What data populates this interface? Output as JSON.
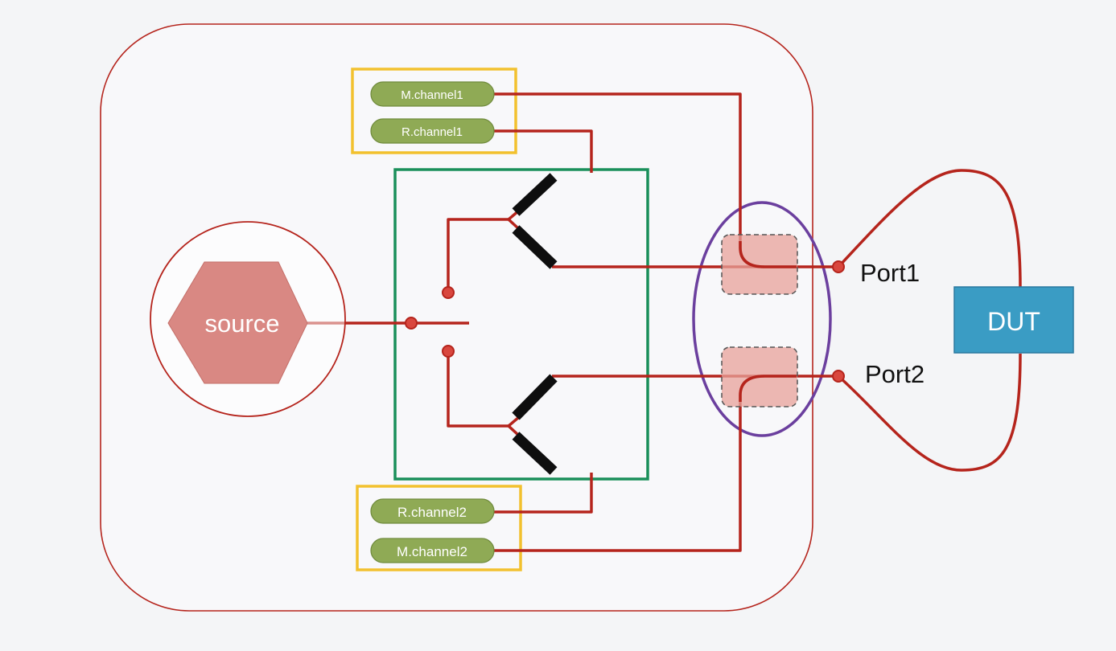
{
  "source": {
    "label": "source",
    "fill": "#d98883"
  },
  "channels": {
    "m1": "M.channel1",
    "r1": "R.channel1",
    "r2": "R.channel2",
    "m2": "M.channel2",
    "fill": "#8faa55"
  },
  "ports": {
    "port1": "Port1",
    "port2": "Port2"
  },
  "dut": {
    "label": "DUT",
    "fill": "#3a9cc4"
  },
  "colors": {
    "wire": "#b5241c",
    "coupler_box": "#1a8f5a",
    "receiver_box": "#f2c12e",
    "test_set_ellipse": "#6b3f9e"
  }
}
